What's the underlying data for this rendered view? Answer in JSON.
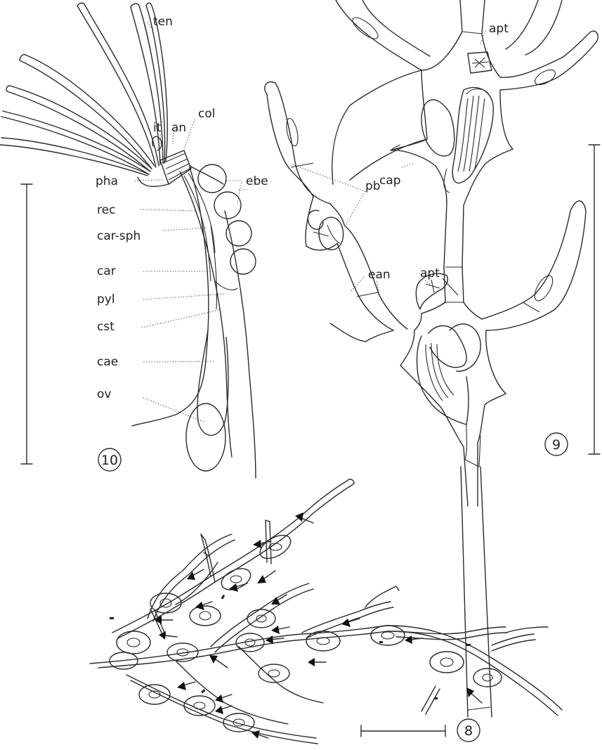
{
  "figure10": {
    "number": "10",
    "labels": {
      "ten": "ten",
      "it": "it",
      "an": "an",
      "col": "col",
      "pha": "pha",
      "rec": "rec",
      "car_sph": "car-sph",
      "car": "car",
      "pyl": "pyl",
      "cst": "cst",
      "cae": "cae",
      "ov": "ov",
      "ebe": "ebe"
    }
  },
  "figure9": {
    "number": "9",
    "labels": {
      "apt_top": "apt",
      "pb": "pb",
      "cap": "cap",
      "ean": "ean",
      "apt_mid": "apt"
    }
  },
  "figure8": {
    "number": "8"
  }
}
